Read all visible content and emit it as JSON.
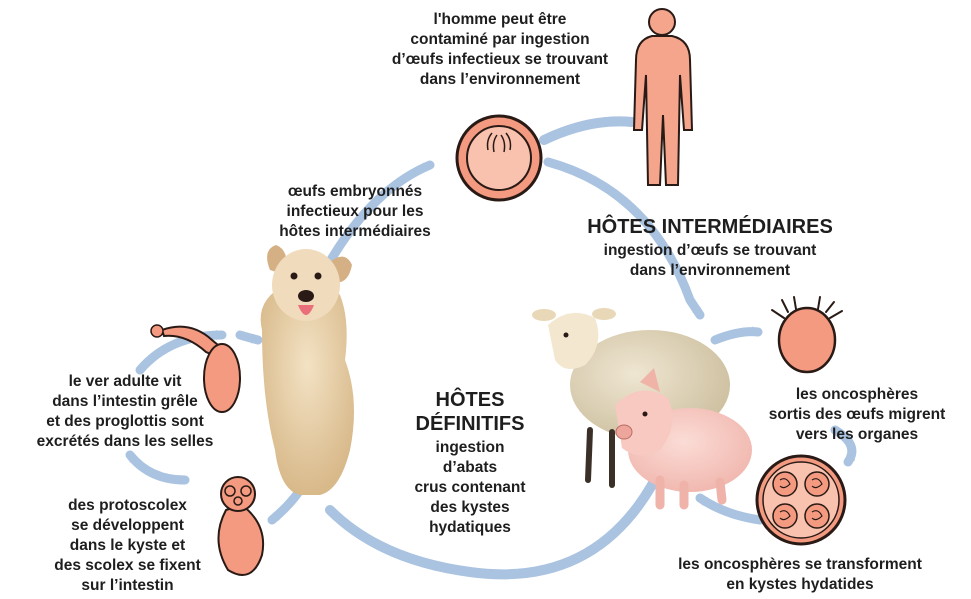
{
  "colors": {
    "arrow": "#a9c3e0",
    "organism_fill": "#f39a80",
    "organism_stroke": "#2a1a16",
    "human_fill": "#f4a58c",
    "text": "#1e1e1e"
  },
  "sections": {
    "intermediate_hosts": {
      "title": "HÔTES INTERMÉDIAIRES",
      "lines": [
        "ingestion d’œufs se trouvant",
        "dans l’environnement"
      ]
    },
    "definitive_hosts": {
      "title_lines": [
        "HÔTES",
        "DÉFINITIFS"
      ],
      "lines": [
        "ingestion",
        "d’abats",
        "crus contenant",
        "des kystes",
        "hydatiques"
      ]
    }
  },
  "stages": {
    "human": [
      "l'homme peut être",
      "contaminé par ingestion",
      "d’œufs infectieux se trouvant",
      "dans l’environnement"
    ],
    "embryonated_eggs": [
      "œufs embryonnés",
      "infectieux pour les",
      "hôtes intermédiaires"
    ],
    "oncospheres_migrate": [
      "les oncosphères",
      "sortis des œufs migrent",
      "vers les organes"
    ],
    "hydatid_cysts": [
      "les oncosphères se transforment",
      "en kystes hydatides"
    ],
    "protoscolex": [
      "des protoscolex",
      "se développent",
      "dans le kyste et",
      "des scolex se fixent",
      "sur l’intestin"
    ],
    "adult_worm": [
      "le ver adulte vit",
      "dans l’intestin grêle",
      "et des proglottis sont",
      "excrétés dans les selles"
    ]
  },
  "icons": [
    "egg-icon",
    "human-silhouette-icon",
    "oncosphere-icon",
    "hydatid-cyst-icon",
    "protoscolex-icon",
    "adult-worm-icon",
    "dog-icon",
    "sheep-icon",
    "pig-icon"
  ]
}
